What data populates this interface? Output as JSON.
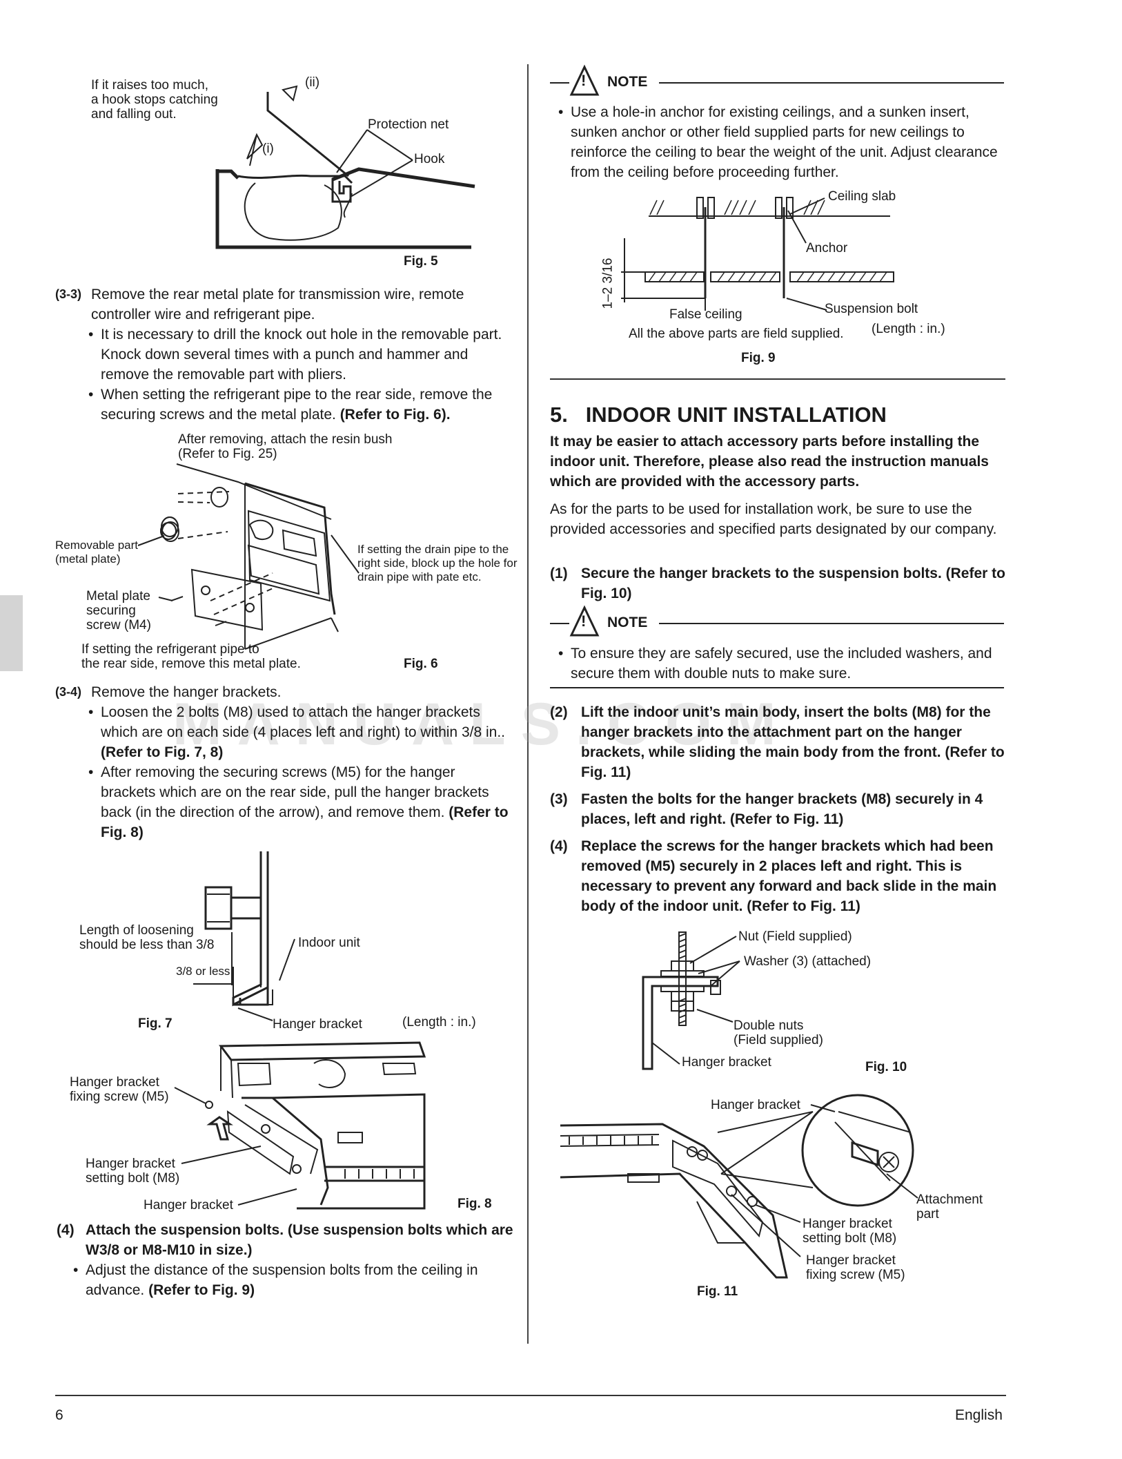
{
  "left": {
    "fig5": {
      "warning": "If it raises too much,\na hook stops catching\nand falling out.",
      "ii": "(ii)",
      "i": "(i)",
      "protection_net": "Protection net",
      "hook": "Hook",
      "caption": "Fig. 5"
    },
    "step33": {
      "num": "(3-3)",
      "text": "Remove the rear metal plate for transmission wire, remote controller wire and refrigerant pipe.",
      "b1": "It is necessary to drill the knock out hole in the removable part. Knock down several times with a punch and hammer and remove the removable part with pliers.",
      "b2_text": "When setting the refrigerant pipe to the rear side, remove the securing screws and the metal plate.",
      "b2_ref": "(Refer to Fig. 6)."
    },
    "fig6": {
      "resin_bush": "After removing, attach the resin bush\n(Refer to Fig. 25)",
      "removable": "Removable part\n(metal plate)",
      "drain": "If setting the drain pipe to the\nright side, block up the hole for\ndrain pipe with pate etc.",
      "screw": "Metal plate\nsecuring\nscrew (M4)",
      "refrigerant": "If setting the refrigerant pipe to\nthe rear side, remove this metal plate.",
      "caption": "Fig. 6"
    },
    "step34": {
      "num": "(3-4)",
      "text": "Remove the hanger brackets.",
      "b1_text": "Loosen the 2 bolts (M8) used to attach the hanger brackets which are on each side (4 places left and right) to within 3/8 in..",
      "b1_ref": "(Refer to Fig. 7, 8)",
      "b2_text": "After removing the securing screws (M5) for the hanger brackets which are on the rear side, pull the hanger brackets back (in the direction of the arrow), and remove them.",
      "b2_ref": "(Refer to Fig. 8)"
    },
    "fig7": {
      "loosening": "Length of loosening\nshould be less than 3/8",
      "less": "3/8 or less",
      "indoor": "Indoor unit",
      "hanger": "Hanger bracket",
      "length": "(Length : in.)",
      "caption": "Fig. 7"
    },
    "fig8": {
      "fixing": "Hanger bracket\nfixing screw (M5)",
      "setting": "Hanger bracket\nsetting bolt (M8)",
      "hanger": "Hanger bracket",
      "caption": "Fig. 8"
    },
    "step4": {
      "num": "(4)",
      "title": "Attach the suspension bolts. (Use suspension bolts which are W3/8 or M8-M10 in size.)",
      "b1_text": "Adjust the distance of the suspension bolts from the ceiling in advance.",
      "b1_ref": "(Refer to Fig. 9)"
    }
  },
  "right": {
    "note1": {
      "label": "NOTE",
      "text": "Use a hole-in anchor for existing ceilings, and a sunken insert, sunken anchor or other field supplied parts for new ceilings to reinforce the ceiling to bear the weight of the unit. Adjust clearance from the ceiling before proceeding further."
    },
    "fig9": {
      "slab": "Ceiling slab",
      "anchor": "Anchor",
      "dim": "1–2 3/16",
      "false_ceiling": "False ceiling",
      "bolt": "Suspension bolt",
      "field": "All the above parts are field supplied.",
      "length": "(Length : in.)",
      "caption": "Fig. 9"
    },
    "section": {
      "title": "5.   INDOOR UNIT INSTALLATION",
      "intro_bold": "It may be easier to attach accessory parts before installing the indoor unit. Therefore, please also read the instruction manuals which are provided with the accessory parts.",
      "intro": "As for the parts to be used for installation work, be sure to use the provided accessories and specified parts designated by our company."
    },
    "s1": {
      "num": "(1)",
      "text": "Secure the hanger brackets to the suspension bolts. (Refer to Fig. 10)"
    },
    "note2": {
      "label": "NOTE",
      "text": "To ensure they are safely secured, use the included washers, and secure them with double nuts to make sure."
    },
    "s2": {
      "num": "(2)",
      "text": "Lift the indoor unit’s main body, insert the bolts (M8) for the hanger brackets into the attachment part on the hanger brackets, while sliding the main body from the front. (Refer to Fig. 11)"
    },
    "s3": {
      "num": "(3)",
      "text": "Fasten the bolts for the hanger brackets (M8) securely in 4 places, left and right. (Refer to Fig. 11)"
    },
    "s4": {
      "num": "(4)",
      "text": "Replace the screws for the hanger brackets which had been removed (M5) securely in 2 places left and right. This is necessary to prevent any forward and back slide in the main body of the indoor unit. (Refer to Fig. 11)"
    },
    "fig10": {
      "nut": "Nut (Field supplied)",
      "washer": "Washer (3) (attached)",
      "double": "Double nuts\n(Field supplied)",
      "hanger": "Hanger bracket",
      "caption": "Fig. 10"
    },
    "fig11": {
      "hanger": "Hanger bracket",
      "attachment": "Attachment\npart",
      "setting": "Hanger bracket\nsetting bolt (M8)",
      "fixing": "Hanger bracket\nfixing screw (M5)",
      "caption": "Fig. 11"
    }
  },
  "footer": {
    "page": "6",
    "lang": "English"
  },
  "watermark": "MANUALS.COM"
}
